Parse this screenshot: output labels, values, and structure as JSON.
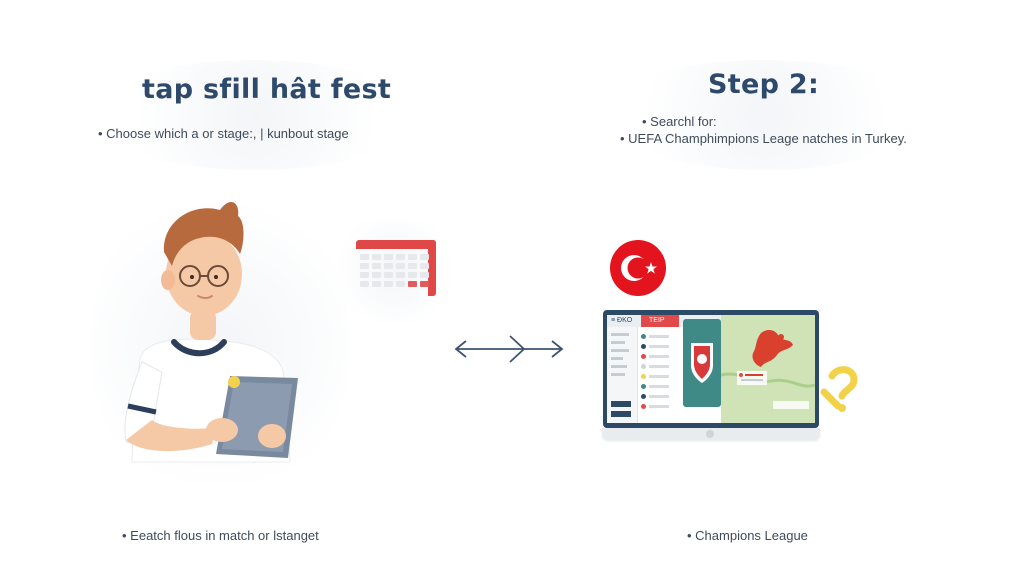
{
  "left": {
    "title": "tap sfill hât fest",
    "bullet": "• Choose which a or stage:, | kunbout stage",
    "bottom_bullet": "• Eeatch flous in match or lstanget"
  },
  "right": {
    "title": "Step 2:",
    "bullet_1": "• Searchl for:",
    "bullet_2": "• UEFA Champhimpions Leage natches in Turkey.",
    "bottom_bullet": "• Champions League"
  },
  "laptop": {
    "tab_left": "≡ ÐKO",
    "tab_active": "TΕΙΡ"
  },
  "colors": {
    "title": "#2e4a6b",
    "accent_red": "#e04848",
    "flag_red": "#e3141e",
    "laptop_frame": "#2c4a66",
    "teal_panel": "#3f8a86",
    "map_green": "#cfe3b6",
    "yellow_icon": "#f2d24b"
  },
  "icons": [
    "person-with-tablet-icon",
    "calendar-icon",
    "double-arrow-icon",
    "turkey-flag-icon",
    "laptop-map-icon",
    "yellow-question-icon"
  ]
}
